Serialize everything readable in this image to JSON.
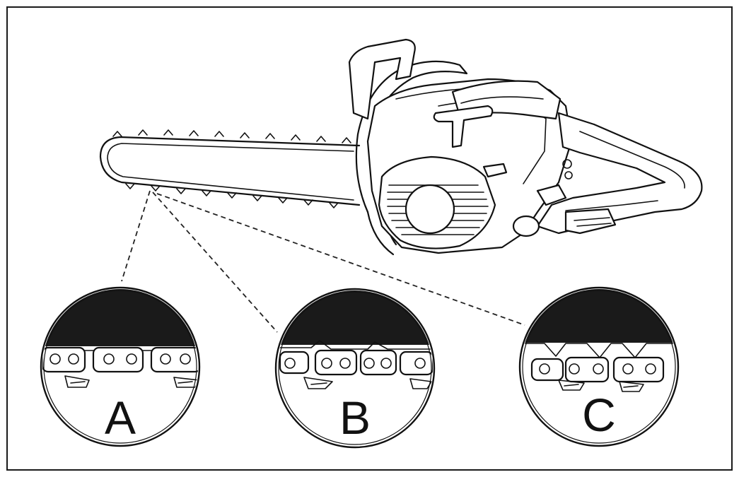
{
  "figure": {
    "colors": {
      "line": "#111111",
      "background": "#ffffff",
      "rail_fill": "#1a1a1a"
    },
    "subject": "chainsaw-with-chain-detail-callouts",
    "callouts": [
      {
        "label": "A"
      },
      {
        "label": "B"
      },
      {
        "label": "C"
      }
    ]
  }
}
